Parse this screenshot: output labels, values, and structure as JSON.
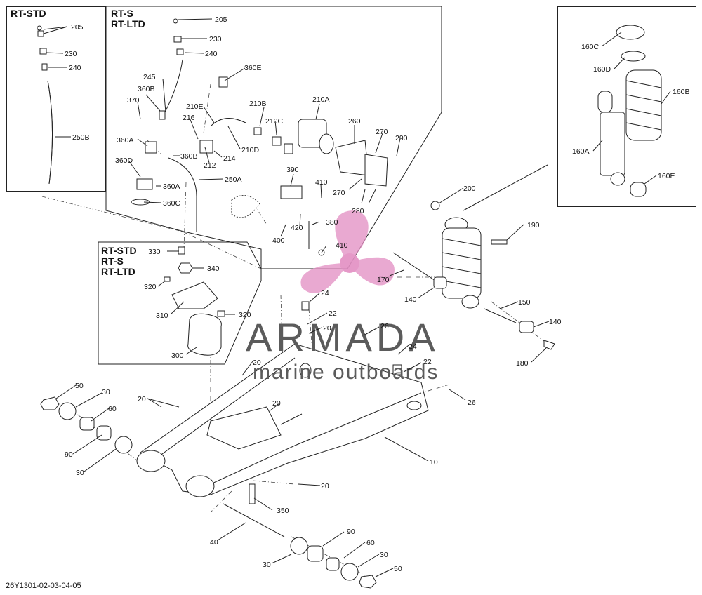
{
  "boxes": {
    "rt_std": "RT-STD",
    "rt_s": "RT-S\nRT-LTD",
    "inset": "RT-STD\nRT-S\nRT-LTD"
  },
  "watermark": {
    "brand": "ARMADA",
    "tagline": "marine outboards",
    "accent_color": "#e38fc3",
    "text_color": "#5b5b5b"
  },
  "footer": "26Y1301-02-03-04-05",
  "labels": {
    "l205a": "205",
    "l230a": "230",
    "l240a": "240",
    "l250b": "250B",
    "l205b": "205",
    "l230b": "230",
    "l240b": "240",
    "l245": "245",
    "l360b1": "360B",
    "l370": "370",
    "l360a1": "360A",
    "l360d": "360D",
    "l360a2": "360A",
    "l360c": "360C",
    "l360b2": "360B",
    "l250a": "250A",
    "l210e": "210E",
    "l216": "216",
    "l212": "212",
    "l214": "214",
    "l210d": "210D",
    "l210b": "210B",
    "l210c": "210C",
    "l360e": "360E",
    "l210a": "210A",
    "l260": "260",
    "l270a": "270",
    "l290": "290",
    "l270b": "270",
    "l280": "280",
    "l390": "390",
    "l410a": "410",
    "l420": "420",
    "l380": "380",
    "l400": "400",
    "l410b": "410",
    "l330": "330",
    "l340": "340",
    "l320a": "320",
    "l310": "310",
    "l320b": "320",
    "l300": "300",
    "l160c": "160C",
    "l160d": "160D",
    "l160b": "160B",
    "l160a": "160A",
    "l160e": "160E",
    "l200": "200",
    "l190": "190",
    "l170": "170",
    "l140a": "140",
    "l150": "150",
    "l140b": "140",
    "l180": "180",
    "l24a": "24",
    "l22a": "22",
    "l20a": "20",
    "l26a": "26",
    "l24b": "24",
    "l22b": "22",
    "l26b": "26",
    "l20b": "20",
    "l20c": "20",
    "l20d": "20",
    "l20e": "20",
    "l10": "10",
    "l350": "350",
    "l40": "40",
    "l50a": "50",
    "l30a": "30",
    "l60a": "60",
    "l90a": "90",
    "l30b": "30",
    "l90b": "90",
    "l60b": "60",
    "l30c": "30",
    "l30d": "30",
    "l50b": "50"
  }
}
